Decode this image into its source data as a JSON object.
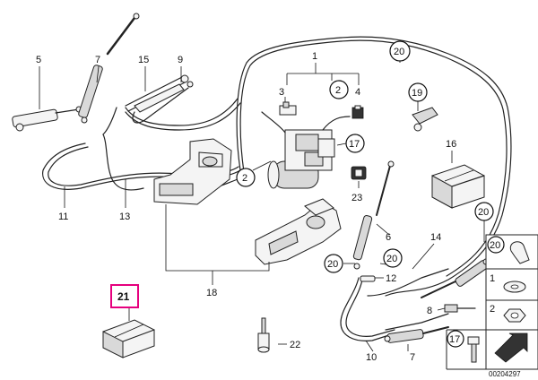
{
  "callouts": {
    "c1": "1",
    "c2a": "2",
    "c2b": "2",
    "c3": "3",
    "c4": "4",
    "c5": "5",
    "c6": "6",
    "c7": "7",
    "c8": "8",
    "c9": "9",
    "c10": "10",
    "c11": "11",
    "c12": "12",
    "c13": "13",
    "c14": "14",
    "c15": "15",
    "c16": "16",
    "c17": "17",
    "c18": "18",
    "c19": "19",
    "c20a": "20",
    "c20b": "20",
    "c20c": "20",
    "c20d": "20",
    "c21": "21",
    "c22": "22",
    "c23": "23"
  },
  "legend": {
    "row1": "20",
    "row2": "1",
    "row3": "2",
    "row4": "17"
  },
  "doc_id": "00204297",
  "colors": {
    "highlight": "#e6007e",
    "line": "#222222"
  }
}
